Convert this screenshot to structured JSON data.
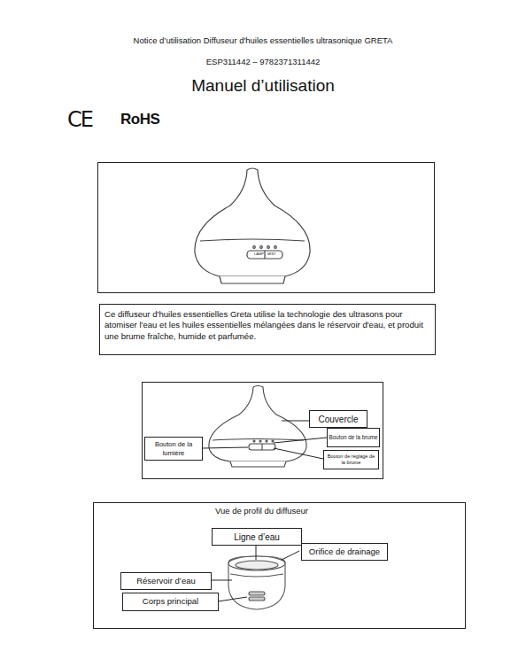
{
  "diagram": {
    "title": "Manuel d’utilisation",
    "nodes": [
      {
        "text": [
          "Ce diffuseur d'huiles essentielles Greta utilise la technologie des ultrasons pour atomiser l'eau et les huiles essentielles mélangées dans le réservoir d'eau, et produit une brume fraîche, humide et parfumée."
        ]
      },
      {
        "text": [
          "Bouton de la lumière"
        ]
      },
      {
        "text": [
          "Couvercle"
        ]
      },
      {
        "text": [
          "Bouton de la brume"
        ]
      },
      {
        "text": [
          "Bouton de réglage de la brume"
        ]
      },
      {
        "text": [
          "Vue de profil du diffuseur"
        ]
      },
      {
        "text": [
          "Ligne d’eau"
        ],
        "in": 5
      },
      {
        "text": [
          "Orifice de drainage"
        ],
        "in": 5
      },
      {
        "text": [
          "Réservoir d’eau"
        ],
        "in": 5
      },
      {
        "text": [
          "Corps principal"
        ],
        "in": 5
      }
    ],
    "labels": [
      "Notice d’utilisation Diffuseur d'huiles essentielles ultrasonique GRETA",
      "ESP311442 – 9782371311442",
      "CE",
      "RoHS",
      "LAMP",
      "MIST"
    ]
  }
}
